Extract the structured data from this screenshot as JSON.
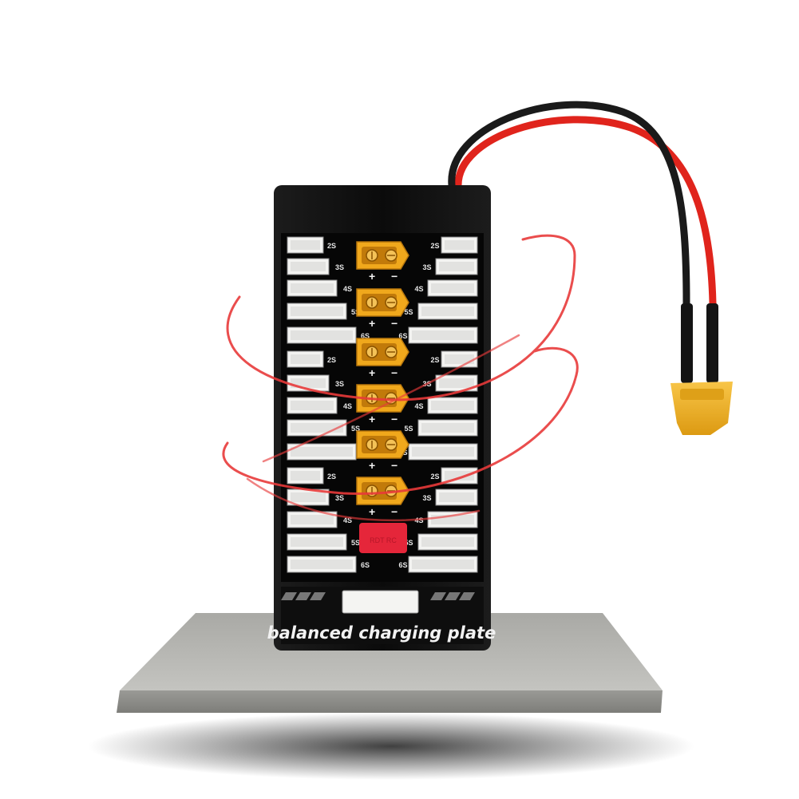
{
  "board": {
    "title": "balanced charging plate",
    "red_badge_text": "RDT RC"
  },
  "left_column": {
    "upper_labels": [
      "2S",
      "3S",
      "4S",
      "5S",
      "6S"
    ],
    "lower_labels": [
      "2S",
      "3S",
      "4S",
      "5S",
      "6S"
    ],
    "bottom_labels": [
      "2S",
      "3S",
      "4S",
      "5S",
      "6S"
    ]
  },
  "right_column": {
    "upper_labels": [
      "2S",
      "3S",
      "4S",
      "5S",
      "6S"
    ],
    "lower_labels": [
      "2S",
      "3S",
      "4S",
      "5S",
      "6S"
    ],
    "bottom_labels": [
      "2S",
      "3S",
      "4S",
      "5S",
      "6S"
    ]
  },
  "xt60_port_count": 6,
  "polarity": {
    "plus": "+",
    "minus": "−"
  },
  "colors": {
    "board": "#111111",
    "connector_yellow": "#f0a81c",
    "wire_red": "#e0241c",
    "wire_black": "#1a1a1a",
    "xt60_plug": "#f5b82a",
    "red_badge": "#e5263a",
    "swirl": "#e83a3a",
    "concrete": "#b8b8b4"
  }
}
